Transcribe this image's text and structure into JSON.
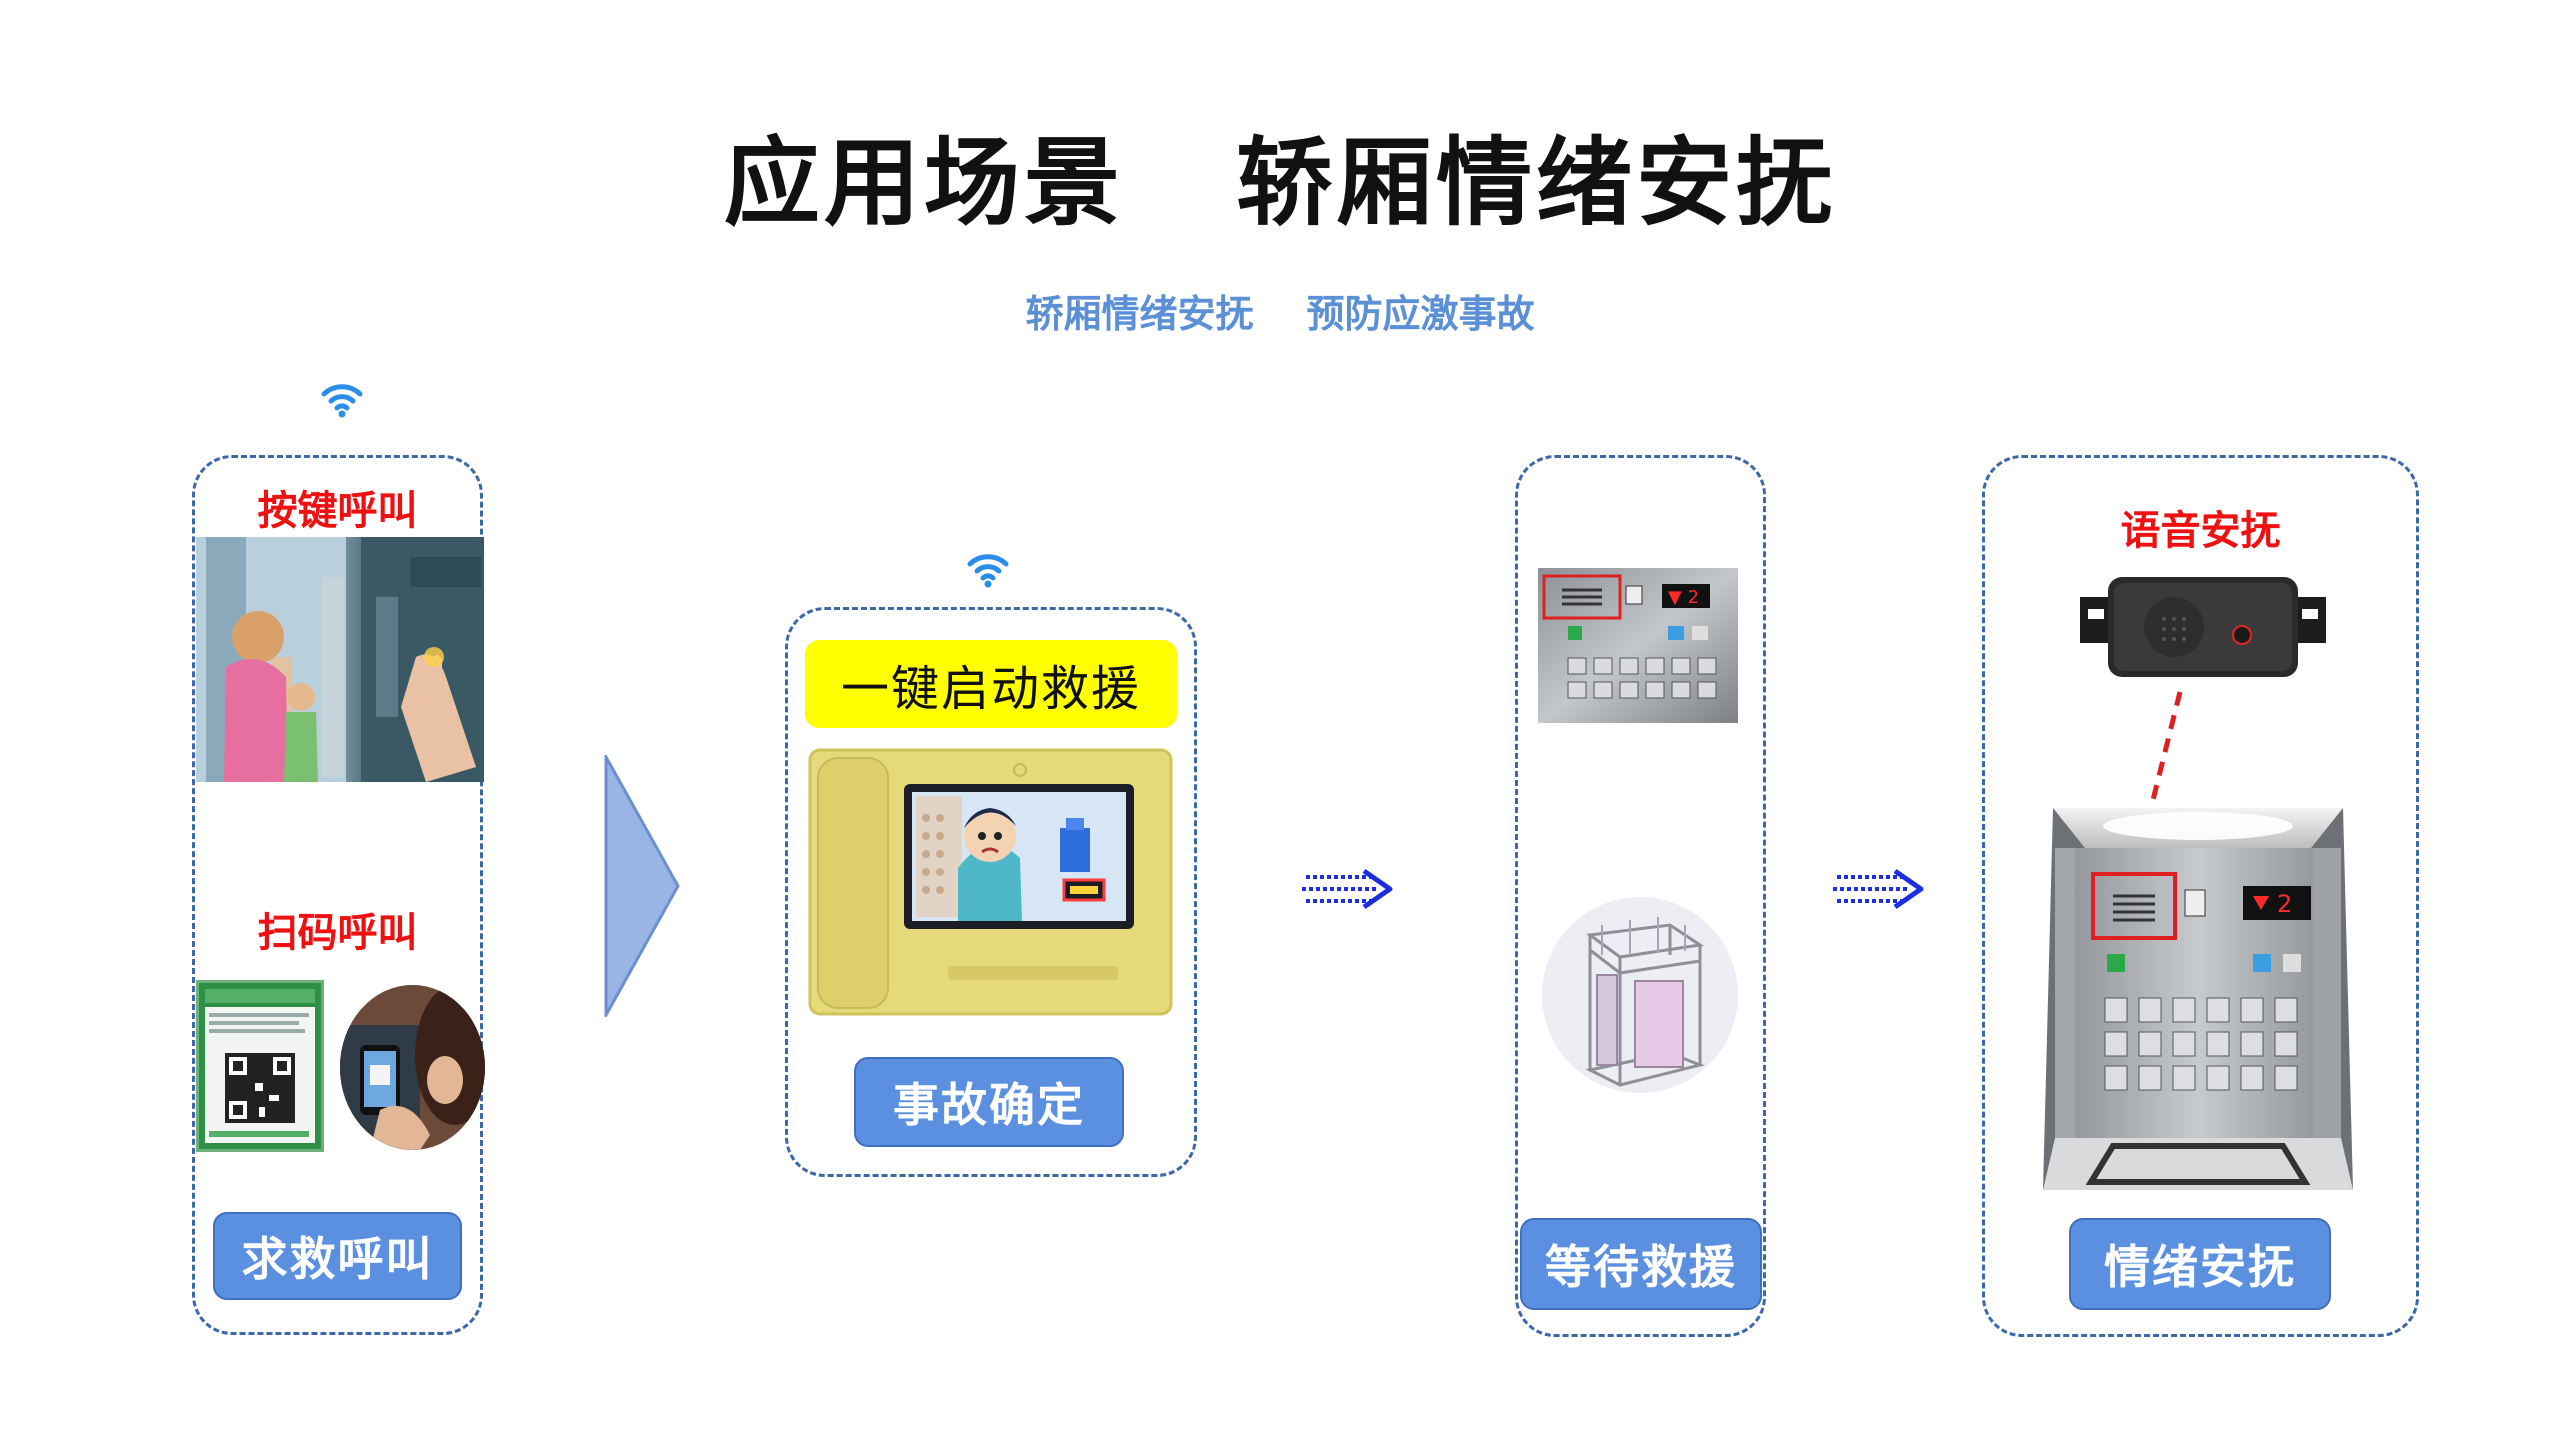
{
  "header": {
    "title": "应用场景   轿厢情绪安抚",
    "subtitle": "轿厢情绪安抚    预防应激事故"
  },
  "stage1": {
    "label_button_call": "按键呼叫",
    "label_scan_call": "扫码呼叫",
    "button": "求救呼叫"
  },
  "stage2": {
    "banner": "一键启动救援",
    "button": "事故确定"
  },
  "stage3": {
    "button": "等待救援"
  },
  "stage4": {
    "label": "语音安抚",
    "button": "情绪安抚",
    "floor_display": "2"
  },
  "colors": {
    "accent_blue": "#5b8fe0",
    "panel_border": "#3c67a8",
    "label_red": "#ee1111",
    "banner_yellow": "#ffff00",
    "arrow_blue": "#1c2fe0"
  }
}
